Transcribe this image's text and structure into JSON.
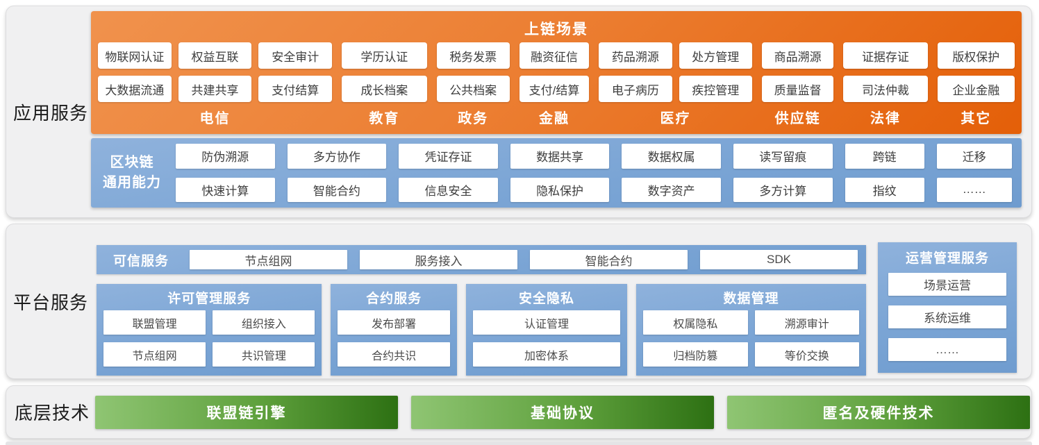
{
  "colors": {
    "orange_start": "#F0924D",
    "orange_end": "#E45F08",
    "blue_start": "#8FB2DC",
    "blue_end": "#6F9CCF",
    "green_start": "#8FC573",
    "green_end": "#2D7013"
  },
  "app": {
    "label": "应用服务",
    "onchain": {
      "title": "上链场景",
      "groups": [
        {
          "label": "电信",
          "row1": [
            "物联网认证",
            "权益互联",
            "安全审计"
          ],
          "row2": [
            "大数据流通",
            "共建共享",
            "支付结算"
          ]
        },
        {
          "label": "教育",
          "row1": [
            "学历认证"
          ],
          "row2": [
            "成长档案"
          ]
        },
        {
          "label": "政务",
          "row1": [
            "税务发票"
          ],
          "row2": [
            "公共档案"
          ]
        },
        {
          "label": "金融",
          "row1": [
            "融资征信"
          ],
          "row2": [
            "支付/结算"
          ]
        },
        {
          "label": "医疗",
          "row1": [
            "药品溯源",
            "处方管理"
          ],
          "row2": [
            "电子病历",
            "疾控管理"
          ]
        },
        {
          "label": "供应链",
          "row1": [
            "商品溯源"
          ],
          "row2": [
            "质量监督"
          ]
        },
        {
          "label": "法律",
          "row1": [
            "证据存证"
          ],
          "row2": [
            "司法仲裁"
          ]
        },
        {
          "label": "其它",
          "row1": [
            "版权保护"
          ],
          "row2": [
            "企业金融"
          ]
        }
      ]
    },
    "capabilities": {
      "label_line1": "区块链",
      "label_line2": "通用能力",
      "row1": [
        "防伪溯源",
        "多方协作",
        "凭证存证",
        "数据共享",
        "数据权属",
        "读写留痕",
        "跨链",
        "迁移"
      ],
      "row2": [
        "快速计算",
        "智能合约",
        "信息安全",
        "隐私保护",
        "数字资产",
        "多方计算",
        "指纹",
        "……"
      ]
    }
  },
  "platform": {
    "label": "平台服务",
    "trusted": {
      "title": "可信服务",
      "items": [
        "节点组网",
        "服务接入",
        "智能合约",
        "SDK"
      ]
    },
    "tiles": [
      {
        "title": "许可管理服务",
        "row1": [
          "联盟管理",
          "组织接入"
        ],
        "row2": [
          "节点组网",
          "共识管理"
        ]
      },
      {
        "title": "合约服务",
        "row1": [
          "发布部署"
        ],
        "row2": [
          "合约共识"
        ]
      },
      {
        "title": "安全隐私",
        "row1": [
          "认证管理"
        ],
        "row2": [
          "加密体系"
        ]
      },
      {
        "title": "数据管理",
        "row1": [
          "权属隐私",
          "溯源审计"
        ],
        "row2": [
          "归档防篡",
          "等价交换"
        ]
      }
    ],
    "ops": {
      "title": "运营管理服务",
      "items": [
        "场景运营",
        "系统运维",
        "……"
      ]
    }
  },
  "base": {
    "label": "底层技术",
    "bars": [
      "联盟链引擎",
      "基础协议",
      "匿名及硬件技术"
    ]
  }
}
